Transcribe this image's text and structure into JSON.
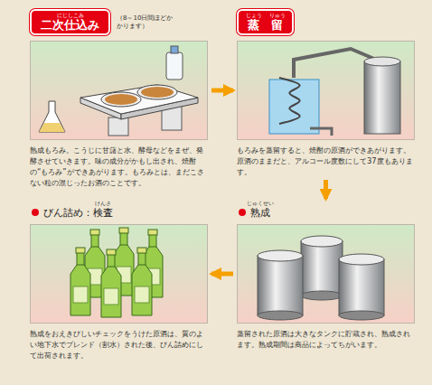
{
  "diagram": {
    "nodes": [
      {
        "text": [
          "二次仕込み",
          "（8～10日間ほどかかります）",
          "熟成もろみ。こうじに甘藷と水、酵母などをまぜ、発酵させていきます。味の成分がかもし出され、焼酎の“もろみ”ができあがります。もろみとは、まだこさない粒の混じったお酒のことです。"
        ]
      },
      {
        "text": [
          "蒸　留",
          "もろみを蒸留すると、焼酎の原酒ができあがります。原酒のままだと、アルコール度数にして37度もあります。"
        ]
      },
      {
        "text": [
          "熟成",
          "蒸留された原酒は大きなタンクに貯蔵され、熟成されます。熟成期間は商品によってちがいます。"
        ]
      },
      {
        "text": [
          "びん詰め：検査",
          "熟成をおえきびしいチェックをうけた原酒は、質のよい地下水でブレンド（割水）された後、びん詰めにして出荷されます。"
        ]
      }
    ],
    "edges": [
      {
        "from": 0,
        "to": 1,
        "arrow": "to"
      },
      {
        "from": 1,
        "to": 2,
        "arrow": "to"
      },
      {
        "from": 2,
        "to": 3,
        "arrow": "to"
      }
    ],
    "labels": [
      "にじしこみ",
      "じょう",
      "りゅう",
      "じゅくせい",
      "けんさ"
    ]
  }
}
